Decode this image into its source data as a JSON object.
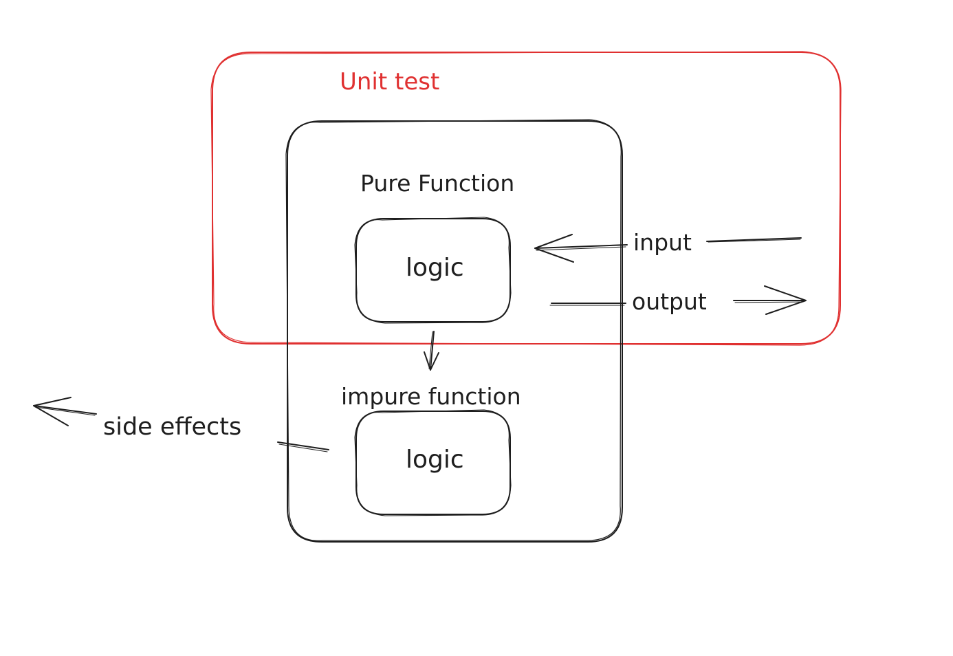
{
  "diagram": {
    "unit_test_label": "Unit test",
    "pure_function_label": "Pure Function",
    "pure_logic_label": "logic",
    "impure_function_label": "impure function",
    "impure_logic_label": "logic",
    "input_label": "input",
    "output_label": "output",
    "side_effects_label": "side effects"
  },
  "colors": {
    "stroke": "#1e1e1e",
    "highlight": "#e03131",
    "background": "#ffffff"
  }
}
